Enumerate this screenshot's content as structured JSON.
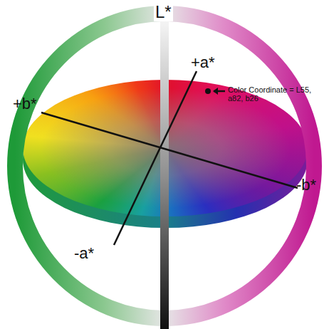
{
  "diagram": {
    "labels": [
      "L*",
      "+a*",
      "+b*",
      "-b*",
      "-a*",
      "Color Coordinate = L55, a82, b26"
    ]
  }
}
